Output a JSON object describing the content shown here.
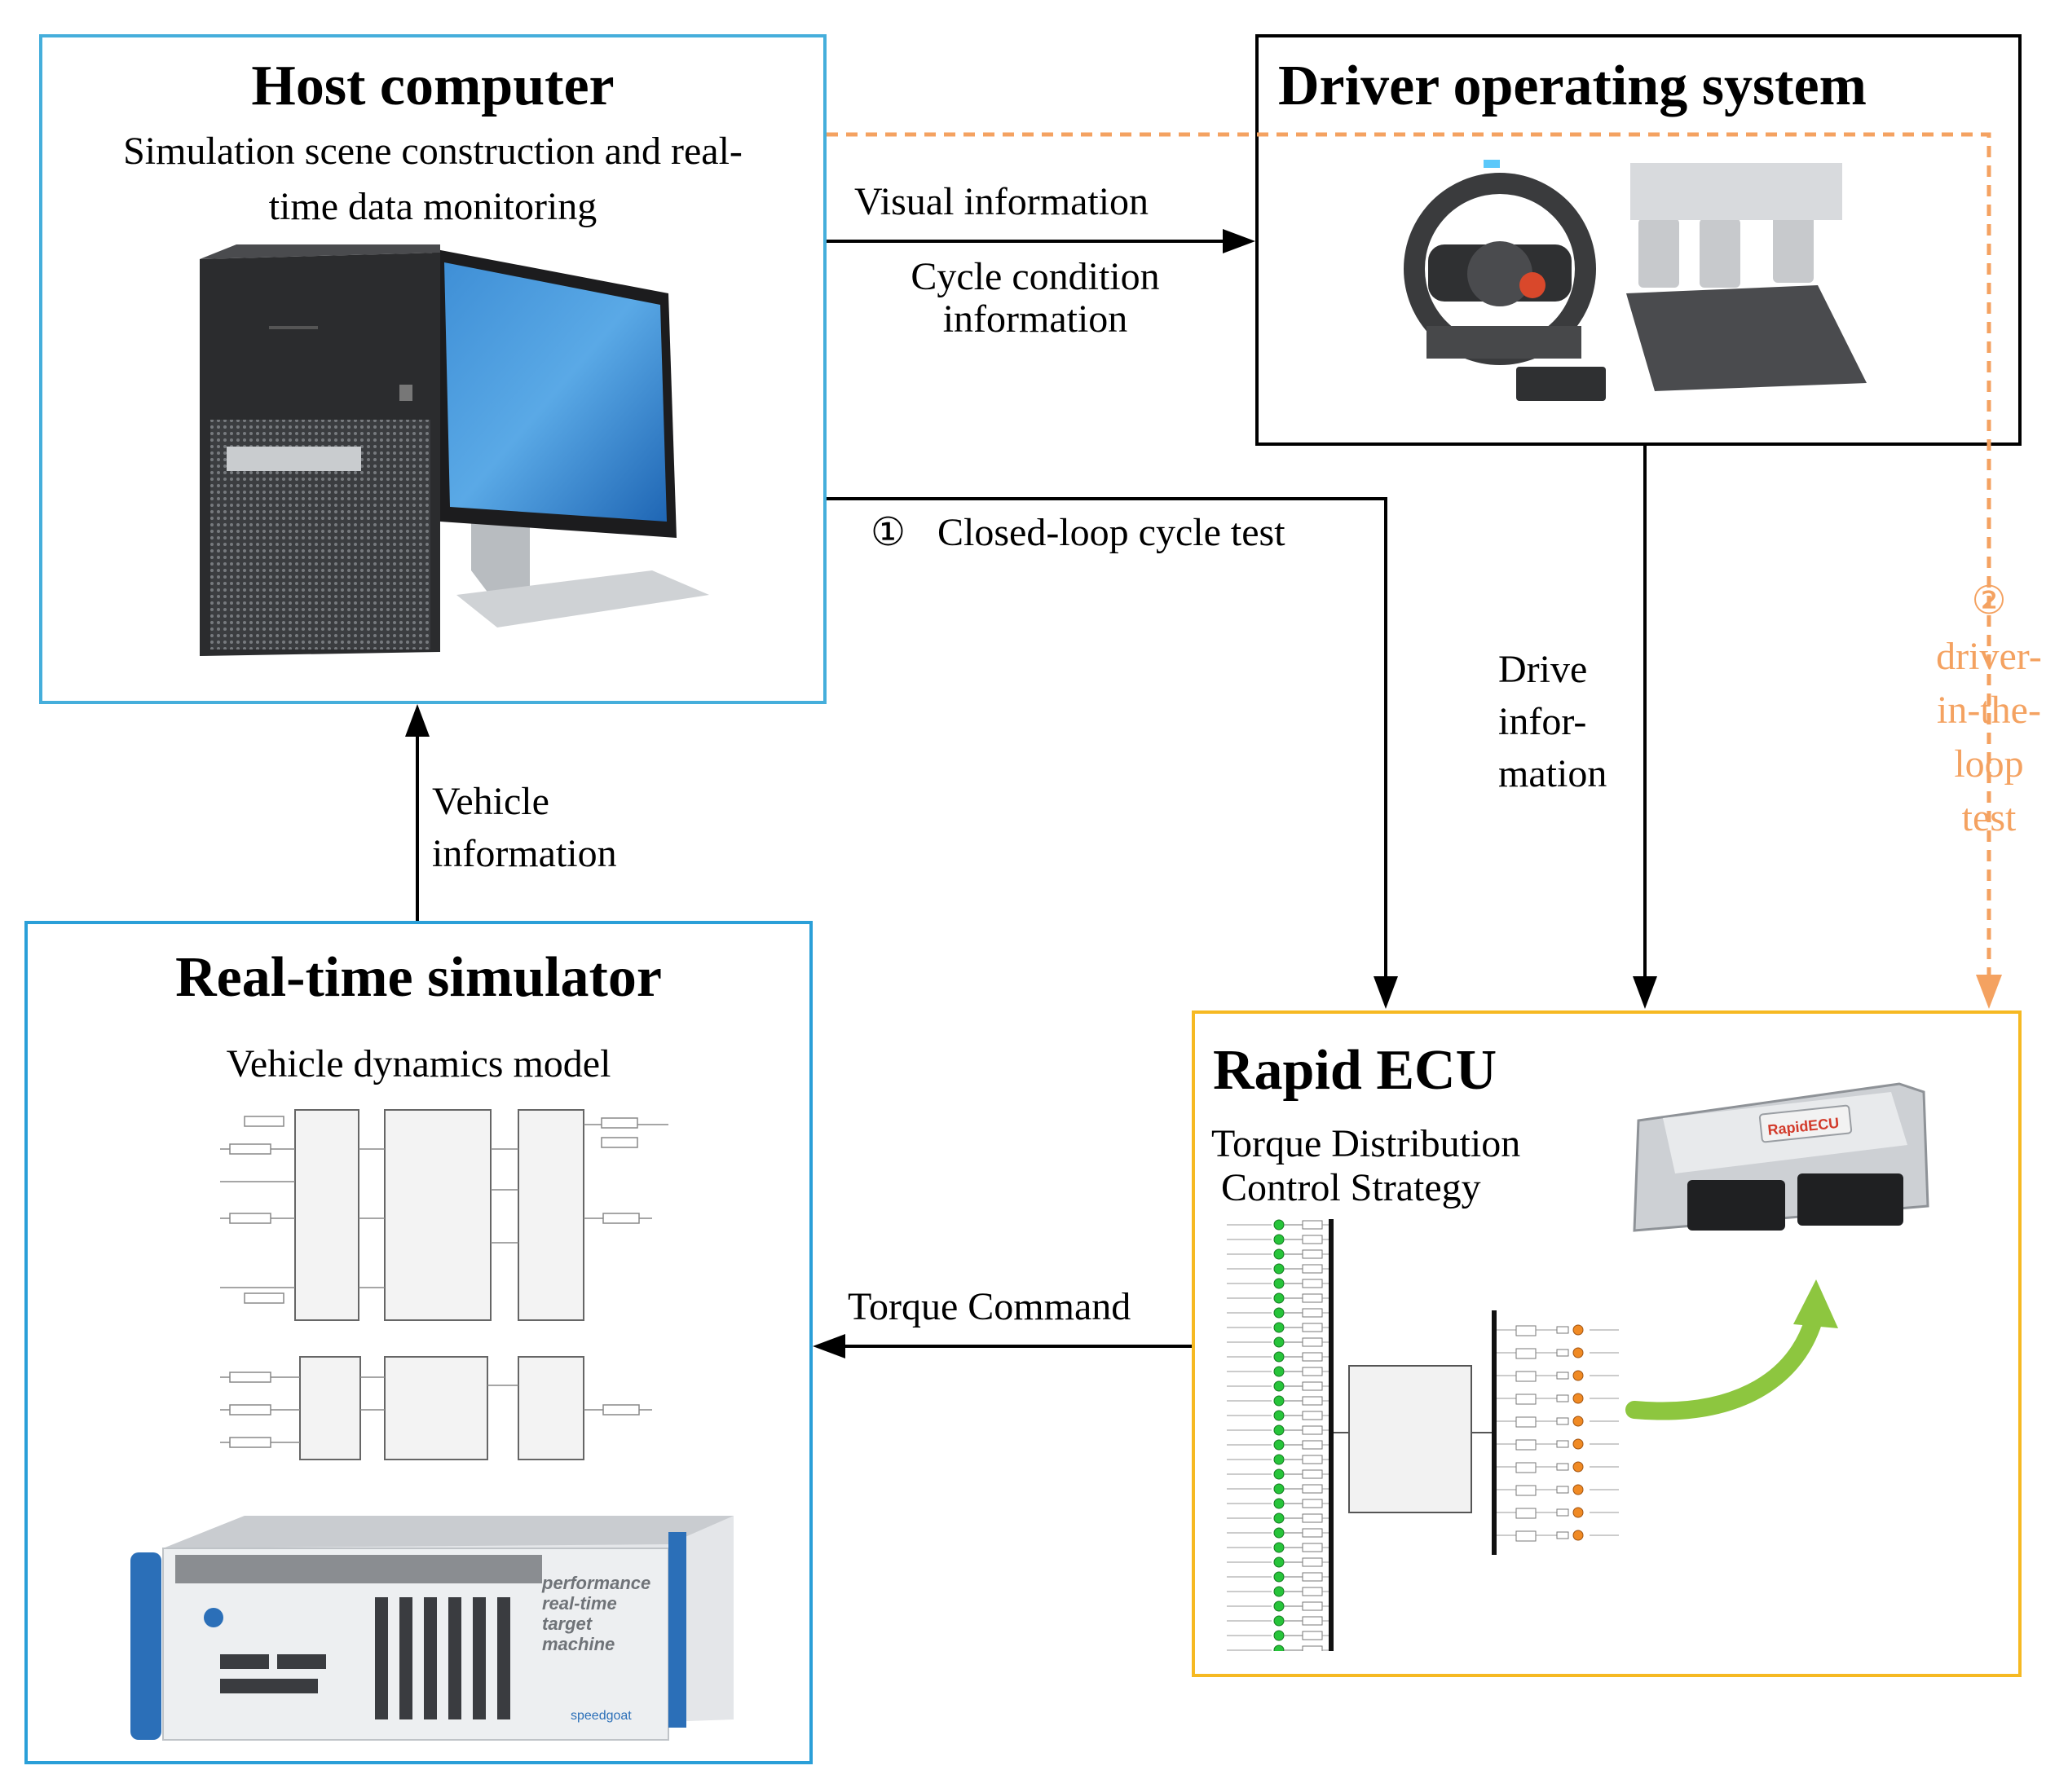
{
  "colors": {
    "host_border": "#45aedb",
    "simulator_border": "#2a9fd8",
    "driver_border": "#000000",
    "ecu_border": "#f6b922",
    "driver_loop_arrow": "#f4a261",
    "green_arrow": "#8dc63f"
  },
  "host": {
    "title": "Host computer",
    "subtitle_line1": "Simulation scene construction and real-",
    "subtitle_line2": "time data monitoring"
  },
  "driver_system": {
    "title": "Driver operating system"
  },
  "simulator": {
    "title": "Real-time simulator",
    "subtitle": "Vehicle dynamics model",
    "device_text_line1": "performance",
    "device_text_line2": "real-time",
    "device_text_line3": "target",
    "device_text_line4": "machine",
    "device_brand": "speedgoat"
  },
  "ecu": {
    "title": "Rapid ECU",
    "subtitle_line1": "Torque Distribution",
    "subtitle_line2": "Control Strategy",
    "device_label": "RapidECU"
  },
  "labels": {
    "visual_information": "Visual information",
    "cycle_condition_line1": "Cycle condition",
    "cycle_condition_line2": "information",
    "closed_loop_marker": "①",
    "closed_loop_text": "Closed-loop cycle test",
    "drive_info_line1": "Drive",
    "drive_info_line2": "infor-",
    "drive_info_line3": "mation",
    "driver_loop_marker": "②",
    "driver_loop_line1": "driver-",
    "driver_loop_line2": "in-the-",
    "driver_loop_line3": "loop",
    "driver_loop_line4": "test",
    "vehicle_info_line1": "Vehicle",
    "vehicle_info_line2": "information",
    "torque_command": "Torque Command"
  }
}
